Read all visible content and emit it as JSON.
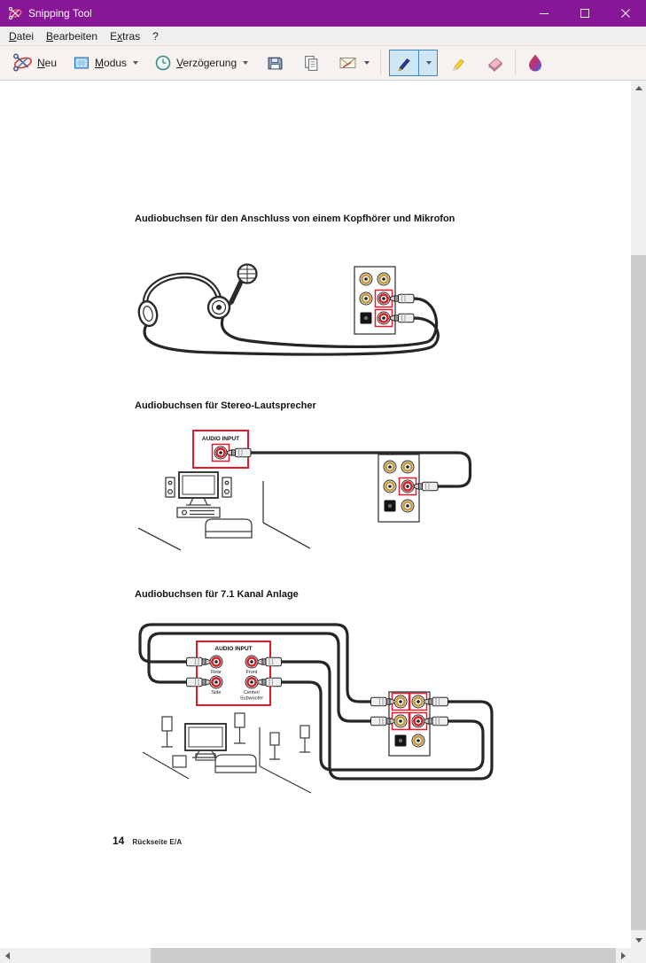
{
  "window": {
    "title": "Snipping Tool"
  },
  "menubar": {
    "items": [
      {
        "key": "D",
        "post": "atei"
      },
      {
        "key": "B",
        "post": "earbeiten"
      },
      {
        "pre": "E",
        "key": "x",
        "post": "tras"
      },
      {
        "pre": "?"
      }
    ]
  },
  "toolbar": {
    "new": {
      "key": "N",
      "post": "eu"
    },
    "mode": {
      "key": "M",
      "post": "odus"
    },
    "delay": {
      "key": "V",
      "post": "erzögerung"
    }
  },
  "document": {
    "heading_headphone_mic": "Audiobuchsen für den Anschluss von einem Kopfhörer und Mikrofon",
    "heading_stereo": "Audiobuchsen für Stereo-Lautsprecher",
    "heading_surround": "Audiobuchsen für 7.1 Kanal Anlage",
    "panel_label": "AUDIO INPUT",
    "jack_labels": {
      "rear": "Rear",
      "front": "Front",
      "side": "Side",
      "center_line1": "Center/",
      "center_line2": "Subwoofer"
    },
    "footer": {
      "page": "14",
      "label": "Rückseite E/A"
    }
  },
  "icons": {
    "app": "snipping-scissors-icon",
    "new": "scissors-icon",
    "mode": "selection-mode-icon",
    "delay": "clock-icon",
    "save": "save-floppy-icon",
    "copy": "copy-icon",
    "send": "send-email-icon",
    "pen": "pen-icon",
    "highlighter": "highlighter-icon",
    "eraser": "eraser-icon",
    "paint3d": "edit-with-paint3d-icon",
    "minimize": "minimize-icon",
    "maximize": "maximize-icon",
    "close": "close-icon"
  },
  "colors": {
    "titlebar": "#881798",
    "highlight_red": "#E8192C",
    "jack_gold": "#C79A3C",
    "jack_red": "#D2232A",
    "selected_tool_bg": "#CFE6F7",
    "selected_tool_border": "#3F86C8"
  }
}
